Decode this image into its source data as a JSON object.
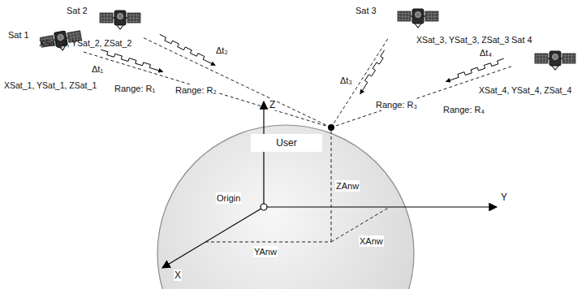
{
  "diagram": {
    "nodes": [
      {
        "text": [
          "Sat 1",
          "XSat_1, YSat_1, ZSat_1"
        ]
      },
      {
        "text": [
          "Sat 2",
          "XSat_2, YSat_2, ZSat_2"
        ]
      },
      {
        "text": [
          "Sat 3",
          "XSat_3, YSat_3, ZSat_3"
        ]
      },
      {
        "text": [
          "Sat 4",
          "XSat_4, YSat_4, ZSat_4"
        ]
      },
      {
        "text": [
          "User"
        ]
      }
    ],
    "edges": [
      {
        "from": 0,
        "to": 4,
        "arrow": "none",
        "label": "Range: R₁"
      },
      {
        "from": 1,
        "to": 4,
        "arrow": "none",
        "label": "Range: R₂"
      },
      {
        "from": 2,
        "to": 4,
        "arrow": "none",
        "label": "Range: R₃"
      },
      {
        "from": 3,
        "to": 4,
        "arrow": "none",
        "label": "Range: R₄"
      }
    ],
    "labels": [
      "Δt₁",
      "Δt₂",
      "Δt₃",
      "Δt₄",
      "Z",
      "Y",
      "X",
      "Origin",
      "ZAnw",
      "YAnw",
      "XAnw"
    ]
  }
}
